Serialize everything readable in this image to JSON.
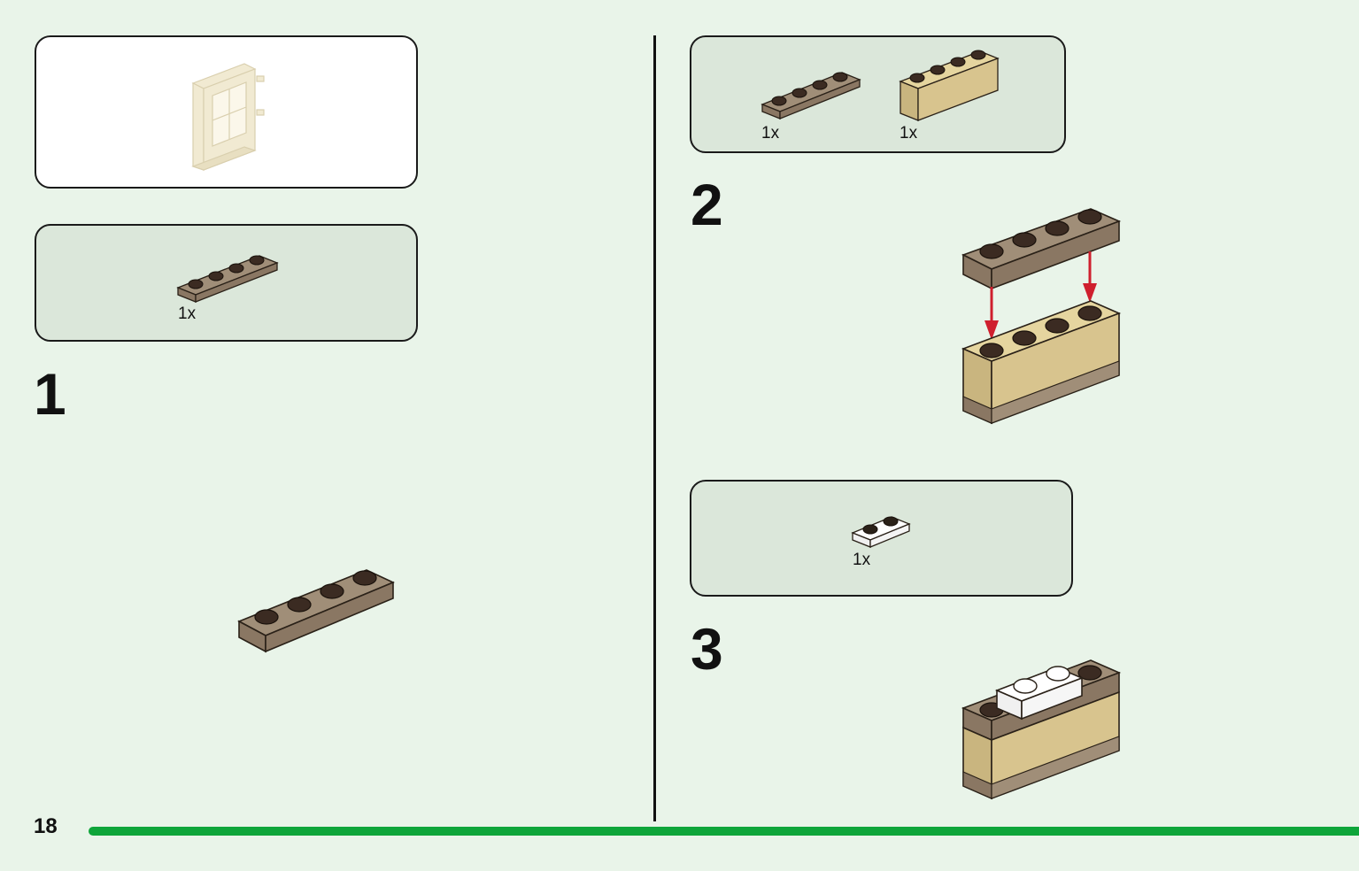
{
  "page": {
    "number": "18",
    "accent_color": "#0ea53a",
    "background": "#e9f4e9"
  },
  "colors": {
    "dark_tan_top": "#a08e78",
    "dark_tan_side": "#8a7763",
    "stud_dark": "#3b2b22",
    "tan_front": "#d8c48e",
    "tan_top": "#e5d59f",
    "white_plate": "#ffffff",
    "arrow_red": "#cf1f2e",
    "window_frame": "#f1ead2"
  },
  "left": {
    "preview_box": {
      "icon": "window-assembly-icon"
    },
    "parts_box": {
      "qty": "1x",
      "icon": "dark-tan-plate-1x4-icon"
    },
    "step": {
      "number": "1",
      "icon": "step1-dark-tan-plate-icon"
    }
  },
  "right": {
    "parts_box_1": {
      "items": [
        {
          "qty": "1x",
          "icon": "dark-tan-plate-1x4-icon"
        },
        {
          "qty": "1x",
          "icon": "tan-brick-1x4-icon"
        }
      ]
    },
    "step2": {
      "number": "2",
      "icon": "step2-assembly-icon"
    },
    "parts_box_2": {
      "qty": "1x",
      "icon": "white-plate-1x2-icon"
    },
    "step3": {
      "number": "3",
      "icon": "step3-assembly-icon"
    }
  }
}
